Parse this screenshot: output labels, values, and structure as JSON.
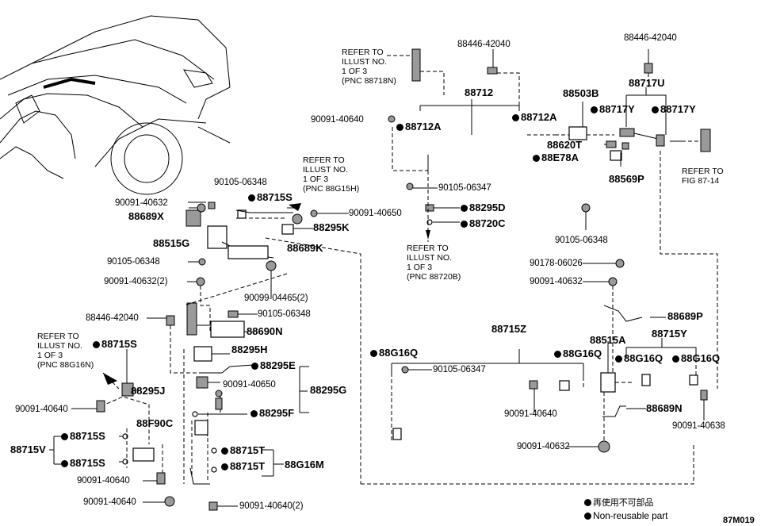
{
  "labels": {
    "l_88446_42040_a": "88446-42040",
    "l_88446_42040_b": "88446-42040",
    "l_88712": "88712",
    "l_88503B": "88503B",
    "l_88717U": "88717U",
    "l_90091_40640_top": "90091-40640",
    "l_88712A_l": "88712A",
    "l_88712A_r": "88712A",
    "l_88717Y_l": "88717Y",
    "l_88717Y_r": "88717Y",
    "l_88620T": "88620T",
    "l_88E78A": "88E78A",
    "l_88569P": "88569P",
    "l_90105_06347_top": "90105-06347",
    "l_88295D": "88295D",
    "l_88720C": "88720C",
    "l_90105_06348_a": "90105-06348",
    "l_90105_06348_b": "90105-06348",
    "l_90105_06348_c": "90105-06348",
    "l_90105_06348_d": "90105-06348",
    "l_90091_40632_a": "90091-40632",
    "l_88715S_a": "88715S",
    "l_88689X": "88689X",
    "l_90091_40650_a": "90091-40650",
    "l_88295K": "88295K",
    "l_88515G": "88515G",
    "l_88689K": "88689K",
    "l_90091_40632_2": "90091-40632(2)",
    "l_90099_04465": "90099-04465(2)",
    "l_88446_42040_c": "88446-42040",
    "l_88690N": "88690N",
    "l_88715S_b": "88715S",
    "l_88295H": "88295H",
    "l_88295E": "88295E",
    "l_88295J": "88295J",
    "l_90091_40650_b": "90091-40650",
    "l_88295G": "88295G",
    "l_90091_40640_left": "90091-40640",
    "l_88295F": "88295F",
    "l_88F90C": "88F90C",
    "l_88715S_c": "88715S",
    "l_88715V": "88715V",
    "l_88715S_d": "88715S",
    "l_88715T_a": "88715T",
    "l_88715T_b": "88715T",
    "l_88G16M": "88G16M",
    "l_90091_40640_b": "90091-40640",
    "l_90091_40640_c": "90091-40640",
    "l_90091_40640_2": "90091-40640(2)",
    "l_90178_06026": "90178-06026",
    "l_90091_40632_b": "90091-40632",
    "l_88689P": "88689P",
    "l_88715Z": "88715Z",
    "l_88515A": "88515A",
    "l_88715Y": "88715Y",
    "l_88G16Q_a": "88G16Q",
    "l_88G16Q_b": "88G16Q",
    "l_88G16Q_c": "88G16Q",
    "l_88G16Q_d": "88G16Q",
    "l_90105_06347_b": "90105-06347",
    "l_90091_40640_d": "90091-40640",
    "l_88689N": "88689N",
    "l_90091_40638": "90091-40638",
    "l_90091_40632_c": "90091-40632"
  },
  "refs": {
    "ref_88718N": "REFER TO\nILLUST NO.\n1 OF 3\n(PNC 88718N)",
    "ref_88G15H": "REFER TO\nILLUST NO.\n1 OF 3\n(PNC 88G15H)",
    "ref_88720B": "REFER TO\nILLUST NO.\n1 OF 3\n(PNC 88720B)",
    "ref_88G16N": "REFER TO\nILLUST NO.\n1 OF 3\n(PNC 88G16N)",
    "ref_fig": "REFER TO\nFIG 87-14"
  },
  "legend": {
    "jp": "再使用不可部品",
    "en": "Non-reusable part"
  },
  "figure_code": "87M019"
}
